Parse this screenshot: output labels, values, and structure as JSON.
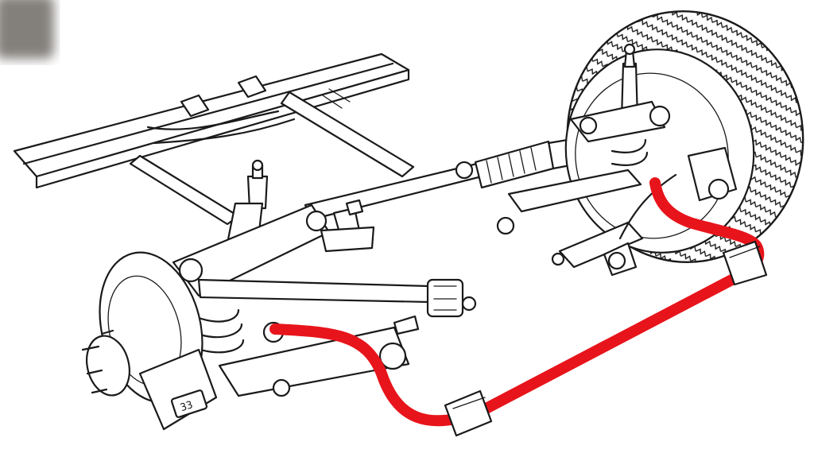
{
  "figure": {
    "caliper_marking": "33",
    "colors": {
      "background": "#ffffff",
      "ink": "#1a1a1a",
      "stabilizer_bar": "#e8141b",
      "corner_blur": "#6e6a66"
    },
    "highlighted_part": "stabilizer-bar",
    "parts": [
      "subframe-crossmember",
      "steering-rack",
      "rack-boot",
      "left-coilover-strut",
      "right-coilover-strut",
      "left-upper-control-arm",
      "right-upper-control-arm",
      "left-lower-control-arm",
      "right-lower-control-arm",
      "left-brake-disc",
      "left-brake-caliper",
      "left-wheel-hub",
      "right-wheel-tire",
      "stabilizer-bar",
      "stabilizer-bar-bushing-clamp",
      "tension-rod-bushing"
    ]
  }
}
